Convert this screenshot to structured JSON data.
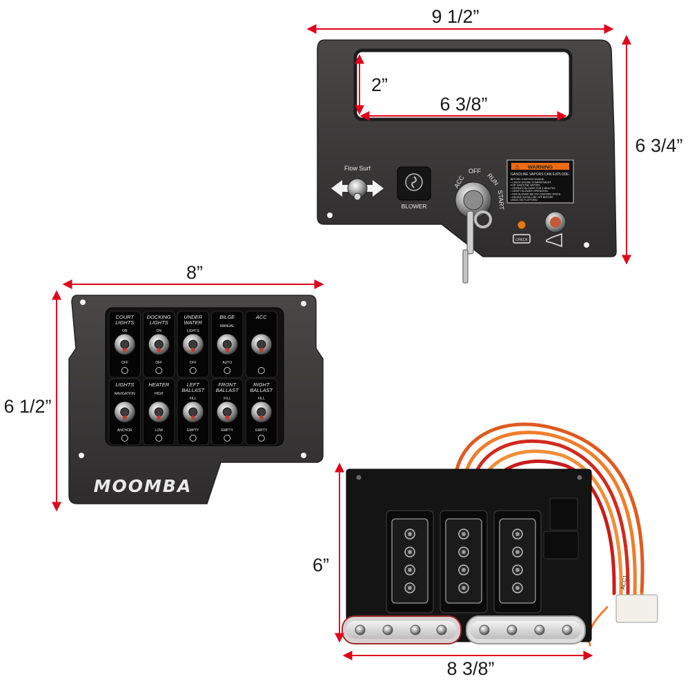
{
  "colors": {
    "dimension_line": "#e0001b",
    "panel_body": "#3a3838",
    "background": "#ffffff"
  },
  "dimensions": {
    "top_panel_width": "9 1/2”",
    "top_panel_height": "6 3/4”",
    "window_height": "2”",
    "window_width": "6 3/8”",
    "switch_panel_width": "8”",
    "switch_panel_height": "6 1/2”",
    "fuse_panel_height": "6”",
    "fuse_panel_width": "8 3/8”"
  },
  "top_panel": {
    "flow_surf_label": "Flow Surf",
    "blower_label": "BLOWER",
    "ignition": {
      "acc": "ACC",
      "off": "OFF",
      "run": "RUN",
      "start": "START"
    },
    "warning": {
      "title": "WARNING",
      "headline": "GASOLINE VAPORS CAN EXPLODE.",
      "lines": [
        "BEFORE STARTING ENGINE:",
        "• CHECK ENGINE COMPARTMENT",
        "  FOR GASOLINE VAPORS.",
        "• OPERATE BLOWER FOR 4 MINUTES.",
        "• VERIFY BLOWER OPERATION.",
        "• RUN BLOWER BELOW CRUISING SPEED.",
        "• ENGINE SHOULD BE OFF BEFORE",
        "  USING SKI PLATFORM."
      ]
    },
    "check_label": "CHECK"
  },
  "switch_panel": {
    "brand": "MOOMBA",
    "rows": [
      [
        {
          "title": [
            "COURT",
            "LIGHTS"
          ],
          "top": "ON",
          "bottom": "OFF"
        },
        {
          "title": [
            "DOCKING",
            "LIGHTS"
          ],
          "top": "ON",
          "bottom": "OFF"
        },
        {
          "title": [
            "UNDER",
            "WATER"
          ],
          "top": "LIGHTS",
          "bottom": "OFF"
        },
        {
          "title": [
            "BILGE"
          ],
          "top": "MANUAL",
          "bottom": "AUTO"
        },
        {
          "title": [
            "ACC"
          ],
          "top": "",
          "bottom": ""
        }
      ],
      [
        {
          "title": [
            "LIGHTS"
          ],
          "top": "NAVIGATION",
          "bottom": "ANCHOR"
        },
        {
          "title": [
            "HEATER"
          ],
          "top": "HIGH",
          "bottom": "LOW"
        },
        {
          "title": [
            "LEFT",
            "BALLAST"
          ],
          "top": "FILL",
          "bottom": "EMPTY"
        },
        {
          "title": [
            "FRONT",
            "BALLAST"
          ],
          "top": "FILL",
          "bottom": "EMPTY"
        },
        {
          "title": [
            "RIGHT",
            "BALLAST"
          ],
          "top": "FILL",
          "bottom": "EMPTY"
        }
      ]
    ]
  },
  "fuse_panel": {
    "connector_label": "ACC1"
  }
}
